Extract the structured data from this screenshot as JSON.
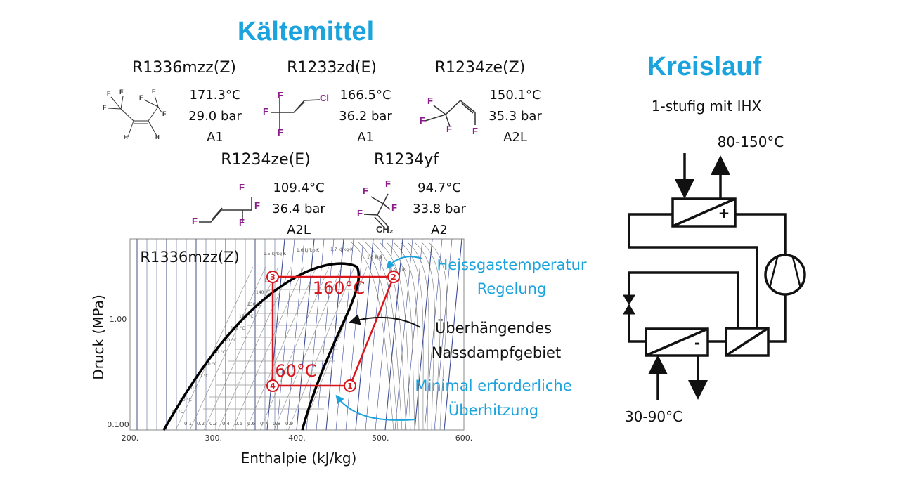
{
  "left": {
    "title": "Kältemittel",
    "refrigerants": [
      {
        "name": "R1336mzz(Z)",
        "temp": "171.3°C",
        "pressure": "29.0 bar",
        "safety_class": "A1"
      },
      {
        "name": "R1233zd(E)",
        "temp": "166.5°C",
        "pressure": "36.2 bar",
        "safety_class": "A1"
      },
      {
        "name": "R1234ze(Z)",
        "temp": "150.1°C",
        "pressure": "35.3 bar",
        "safety_class": "A2L"
      },
      {
        "name": "R1234ze(E)",
        "temp": "109.4°C",
        "pressure": "36.4 bar",
        "safety_class": "A2L"
      },
      {
        "name": "R1234yf",
        "temp": "94.7°C",
        "pressure": "33.8 bar",
        "safety_class": "A2"
      }
    ],
    "atoms": {
      "F": "F",
      "H": "H",
      "Cl": "Cl",
      "CH2": "CH₂"
    }
  },
  "diagram": {
    "refrigerant": "R1336mzz(Z)",
    "ylabel": "Druck (MPa)",
    "xlabel": "Enthalpie (kJ/kg)",
    "xticks": [
      "200.",
      "300.",
      "400.",
      "500.",
      "600."
    ],
    "yticks": [
      "1.00",
      "0.100"
    ],
    "quality_labels": [
      "0.1",
      "0.2",
      "0.3",
      "0.4",
      "0.5",
      "0.6",
      "0.7",
      "0.8",
      "0.9"
    ],
    "isotherm_labels": [
      "40 °C",
      "50 °C",
      "60 °C",
      "70 °C",
      "80 °C",
      "90 °C",
      "100 °C",
      "110 °C",
      "120 °C",
      "130 °C",
      "140 °C",
      "150 °C"
    ],
    "entropy_labels": [
      "1.5 kJ/kg-K",
      "1.6 kJ/kg-K",
      "1.7 kJ/kg-K",
      "1.8 kJ/k",
      "1.9 kJ/k"
    ],
    "cycle_points": [
      "1",
      "2",
      "3",
      "4"
    ],
    "condensing_temp": "160°C",
    "evaporating_temp": "60°C",
    "annotations": {
      "hot_gas_1": "Heissgastemperatur",
      "hot_gas_2": "Regelung",
      "overhang_1": "Überhängendes",
      "overhang_2": "Nassdampfgebiet",
      "superheat_1": "Minimal erforderliche",
      "superheat_2": "Überhitzung"
    },
    "colors": {
      "cycle": "#d9161c",
      "accent": "#1aa3dd"
    }
  },
  "right": {
    "title": "Kreislauf",
    "subtitle": "1-stufig mit IHX",
    "sink_temp": "80-150°C",
    "source_temp": "30-90°C",
    "condenser_sign": "+",
    "evaporator_sign": "-"
  }
}
